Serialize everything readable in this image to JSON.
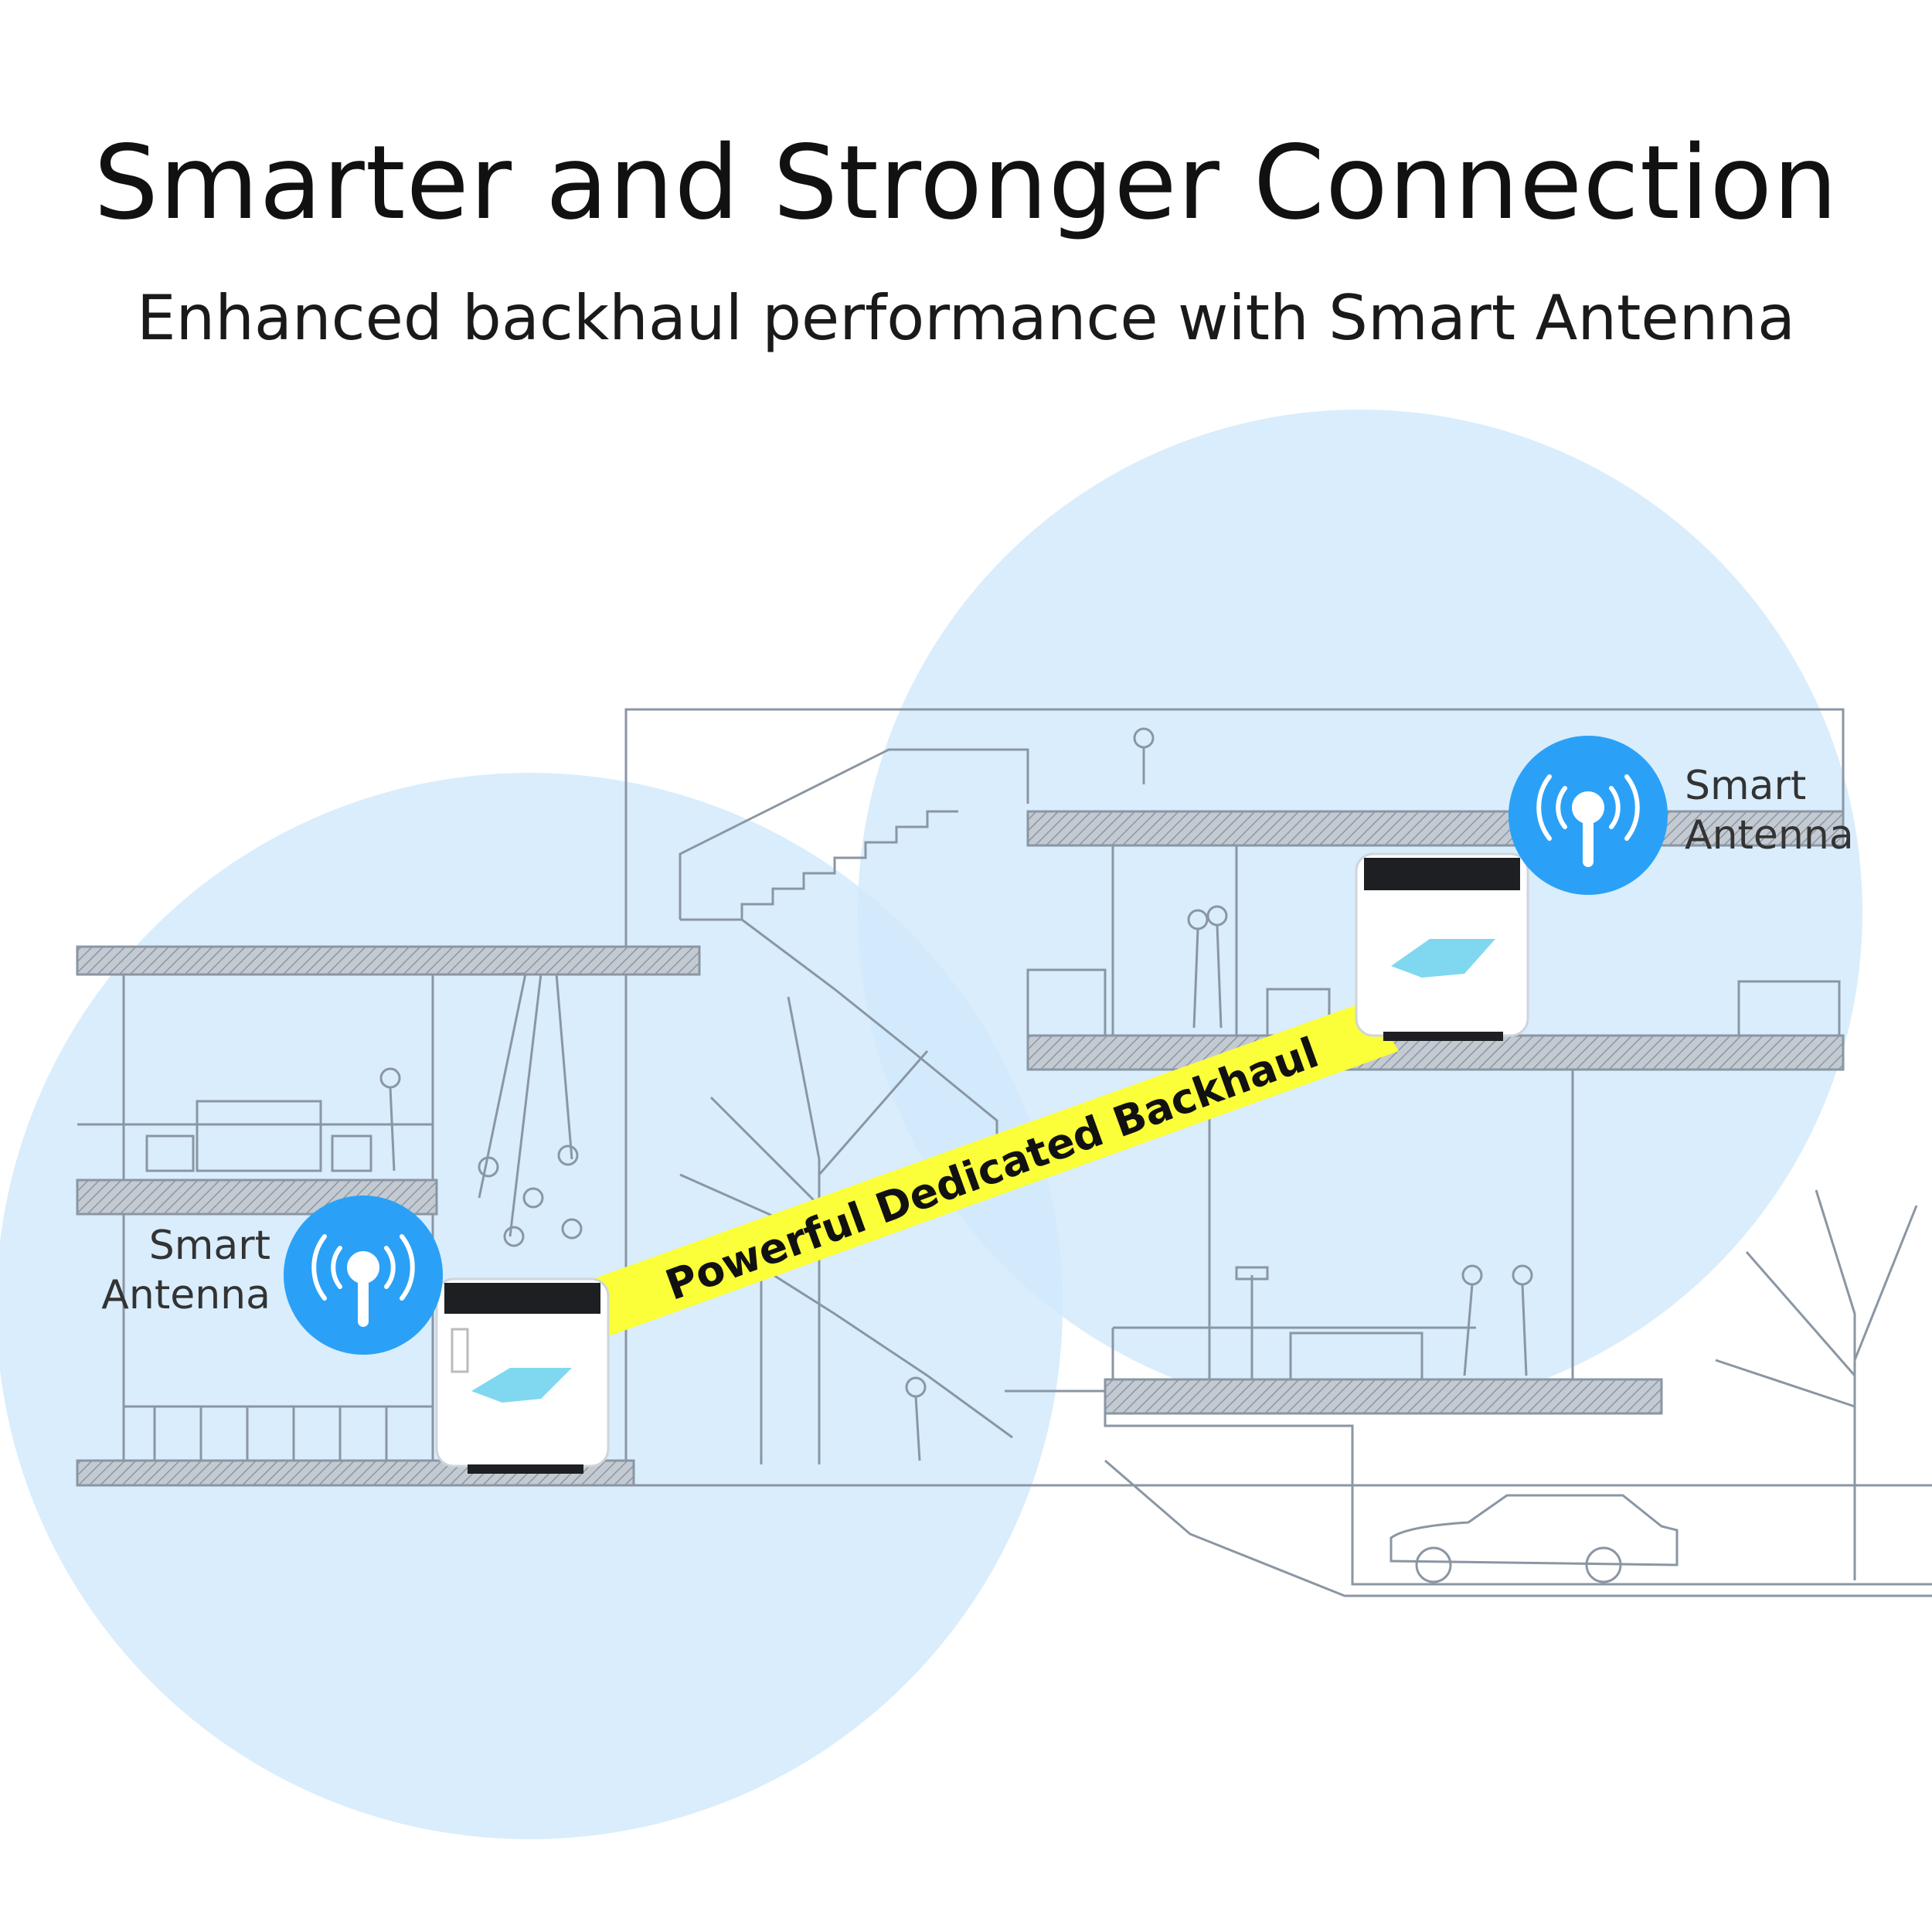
{
  "headline": "Smarter and Stronger Connection",
  "subheadline": "Enhanced backhaul performance with Smart Antenna",
  "backhaul_label": "Powerful Dedicated Backhaul",
  "antenna_left": {
    "line1": "Smart",
    "line2": "Antenna"
  },
  "antenna_right": {
    "line1": "Smart",
    "line2": "Antenna"
  },
  "colors": {
    "coverage": "#cfe8fb",
    "antenna_badge": "#2aa1f7",
    "backhaul": "#fbff3a",
    "building_line": "#8a96a3",
    "floor_fill": "#b5bec8"
  }
}
